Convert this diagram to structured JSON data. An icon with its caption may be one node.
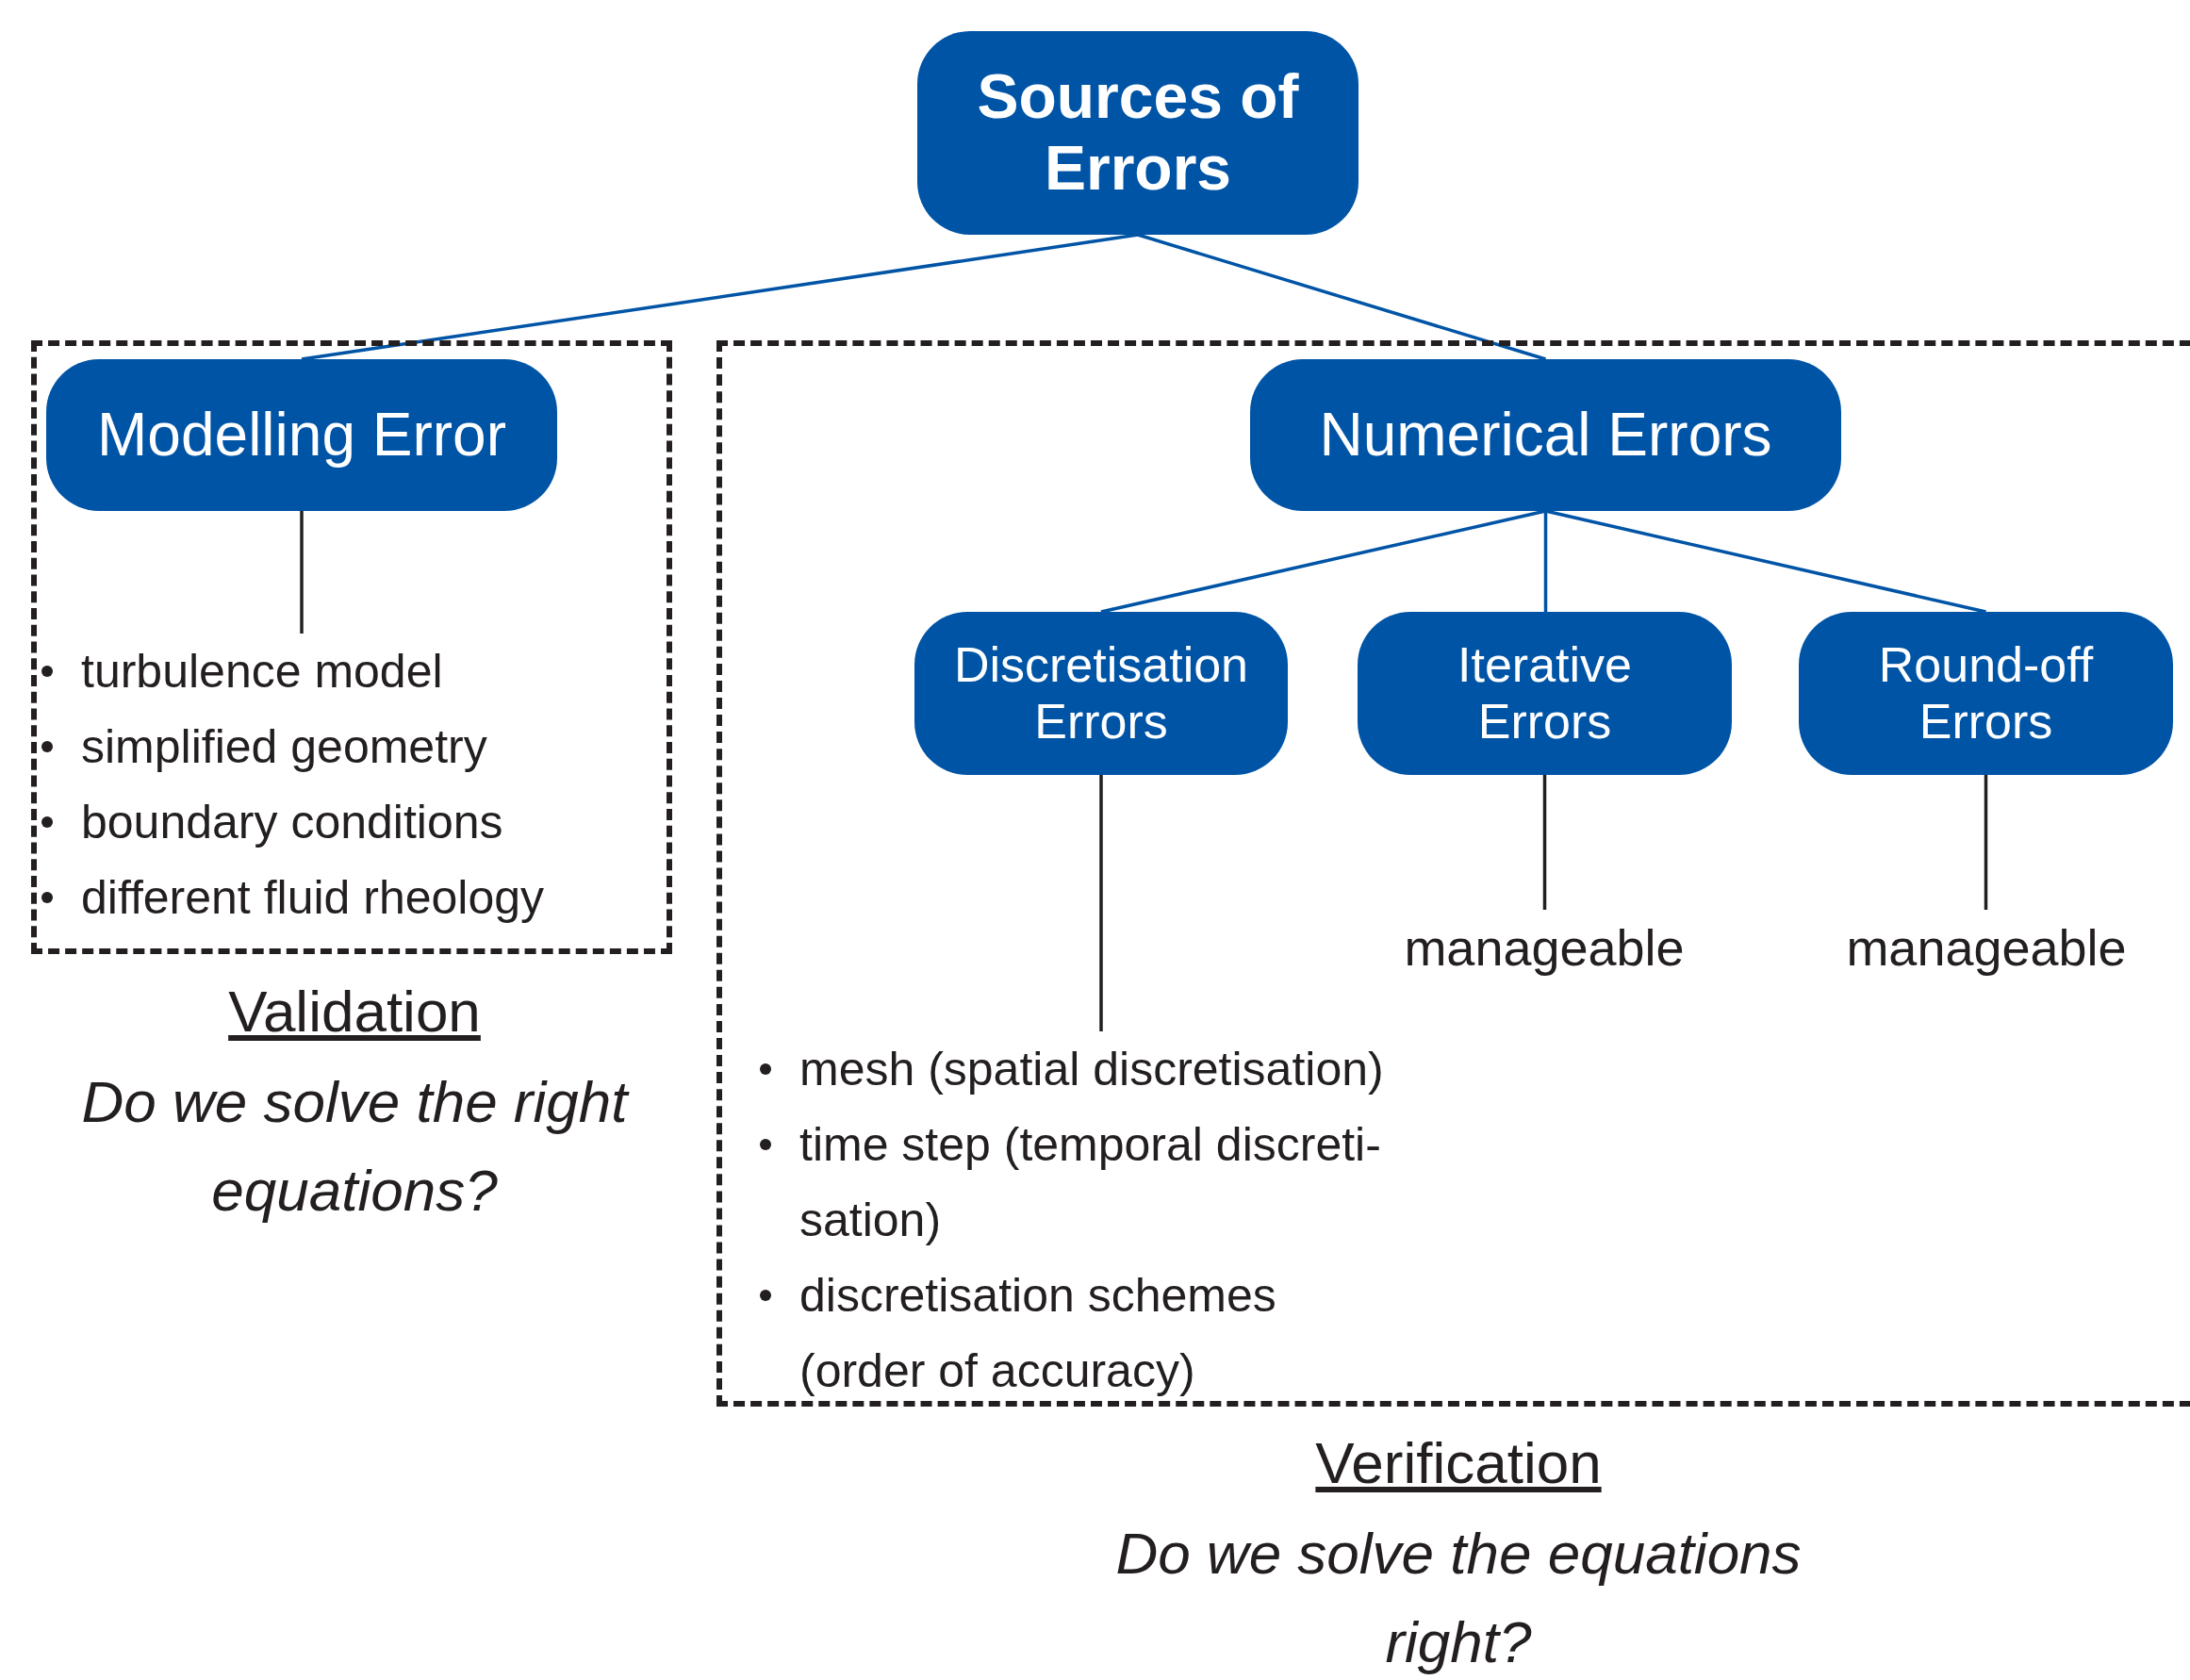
{
  "diagram": {
    "nodes": [
      {
        "text": [
          "Sources of Errors"
        ]
      },
      {
        "text": [],
        "shape": "box",
        "beside": [
          "Validation",
          "Do we solve the right equations?"
        ]
      },
      {
        "text": [
          "Modelling Error"
        ],
        "in": 1
      },
      {
        "text": [
          "turbulence model",
          "simplified geometry",
          "boundary conditions",
          "different fluid rheology"
        ],
        "in": 1
      },
      {
        "text": [],
        "shape": "box",
        "beside": [
          "Verification",
          "Do we solve the equations right?"
        ]
      },
      {
        "text": [
          "Numerical Errors"
        ],
        "in": 4
      },
      {
        "text": [
          "Discretisation Errors"
        ],
        "in": 4
      },
      {
        "text": [
          "Iterative Errors"
        ],
        "in": 4
      },
      {
        "text": [
          "Round-off Errors"
        ],
        "in": 4
      },
      {
        "text": [
          "mesh (spatial discretisation)",
          "time step (temporal discreti- sation)",
          "discretisation schemes (order of accuracy)"
        ],
        "in": 4
      },
      {
        "text": [
          "manageable"
        ],
        "in": 4
      },
      {
        "text": [
          "manageable"
        ],
        "in": 4
      }
    ],
    "edges": [
      {
        "from": 0,
        "to": 2,
        "arrow": "none"
      },
      {
        "from": 0,
        "to": 5,
        "arrow": "none"
      },
      {
        "from": 2,
        "to": 3,
        "arrow": "none",
        "color": "#231f20"
      },
      {
        "from": 5,
        "to": 6,
        "arrow": "none"
      },
      {
        "from": 5,
        "to": 7,
        "arrow": "none"
      },
      {
        "from": 5,
        "to": 8,
        "arrow": "none"
      },
      {
        "from": 6,
        "to": 9,
        "arrow": "none",
        "color": "#231f20"
      },
      {
        "from": 7,
        "to": 10,
        "arrow": "none",
        "color": "#231f20"
      },
      {
        "from": 8,
        "to": 11,
        "arrow": "none",
        "color": "#231f20"
      }
    ]
  }
}
